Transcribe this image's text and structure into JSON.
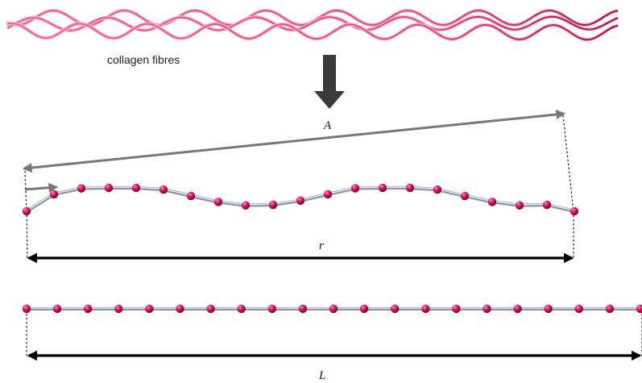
{
  "fibres_label": "collagen fibres",
  "label_A": "A",
  "label_r": "r",
  "label_L": "L",
  "colors": {
    "fibre_light": "#ec5a8a",
    "fibre_dark": "#c2185b",
    "bead": "#c2185b",
    "bond": "#9aa2b8",
    "arrow_gray": "#777777",
    "arrow_black": "#000000",
    "down_arrow": "#3a3a3a"
  },
  "icons": [
    "down-arrow-icon"
  ]
}
